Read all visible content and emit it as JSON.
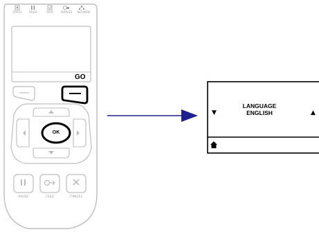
{
  "status_bar": {
    "items": [
      {
        "label": "STATUS",
        "icon": "status-icon"
      },
      {
        "label": "PAUSE",
        "icon": "pause-icon"
      },
      {
        "label": "DATA",
        "icon": "data-icon"
      },
      {
        "label": "SUPPLIES",
        "icon": "supplies-icon"
      },
      {
        "label": "NETWORK",
        "icon": "network-icon"
      }
    ]
  },
  "display": {
    "go_label": "GO"
  },
  "nav": {
    "ok_label": "OK"
  },
  "bottom_buttons": {
    "pause_label": "PAUSE",
    "feed_label": "FEED",
    "cancel_label": "CANCEL"
  },
  "lcd": {
    "line1": "LANGUAGE",
    "line2": "ENGLISH",
    "left_arrow": "▼",
    "right_arrow": "▲",
    "home_icon": "home-icon"
  },
  "colors": {
    "panel_outline": "#b8b8b8",
    "arrow": "#1f1f8f",
    "highlight": "#000000"
  }
}
